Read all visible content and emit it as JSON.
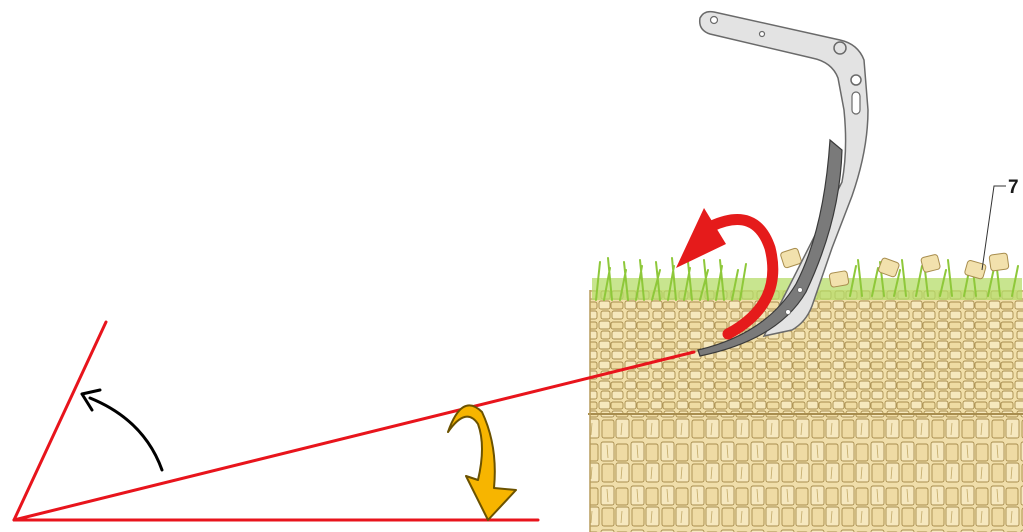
{
  "diagram": {
    "callout_label": "7"
  },
  "colors": {
    "angle_lines": "#e8141c",
    "rotation_arrow": "#e51b1b",
    "tilt_arrow_fill": "#f7b500",
    "tilt_arrow_stroke": "#6b5200",
    "angle_arc_arrow": "#000000",
    "grass": "#8ec83a",
    "soil": "#f1dfa9",
    "soil_outline": "#a88d4e",
    "tool_body": "#e3e3e3",
    "tool_outline": "#6a6a6a"
  },
  "icons": {
    "rotation": "curved-arrow-counterclockwise",
    "tilt": "curved-arrow-down",
    "angle": "curved-arrow-up"
  }
}
